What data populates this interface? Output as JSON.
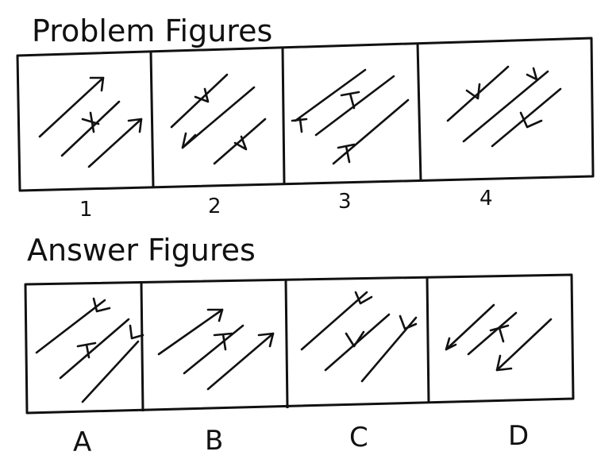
{
  "problem_section": {
    "title": "Problem Figures",
    "labels": [
      "1",
      "2",
      "3",
      "4"
    ]
  },
  "answer_section": {
    "title": "Answer Figures",
    "labels": [
      "A",
      "B",
      "C",
      "D"
    ]
  },
  "colors": {
    "ink": "#111111",
    "paper": "#ffffff"
  }
}
